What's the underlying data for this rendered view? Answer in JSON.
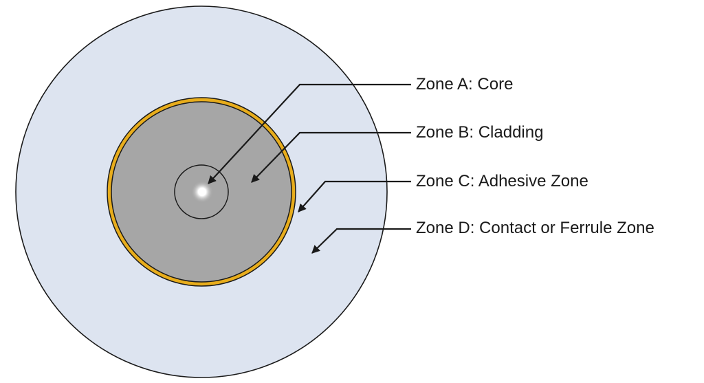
{
  "zones": [
    {
      "id": "A",
      "label": "Zone A: Core"
    },
    {
      "id": "B",
      "label": "Zone B: Cladding"
    },
    {
      "id": "C",
      "label": "Zone C: Adhesive Zone"
    },
    {
      "id": "D",
      "label": "Zone D: Contact or Ferrule Zone"
    }
  ],
  "colors": {
    "ferrule_fill": "#dde4f0",
    "adhesive_ring": "#e8ad1c",
    "cladding_fill": "#a6a6a6",
    "core_glow": "#ffffff",
    "outline": "#1a1a1a"
  },
  "icons": {
    "arrow": "arrow-head-icon"
  }
}
